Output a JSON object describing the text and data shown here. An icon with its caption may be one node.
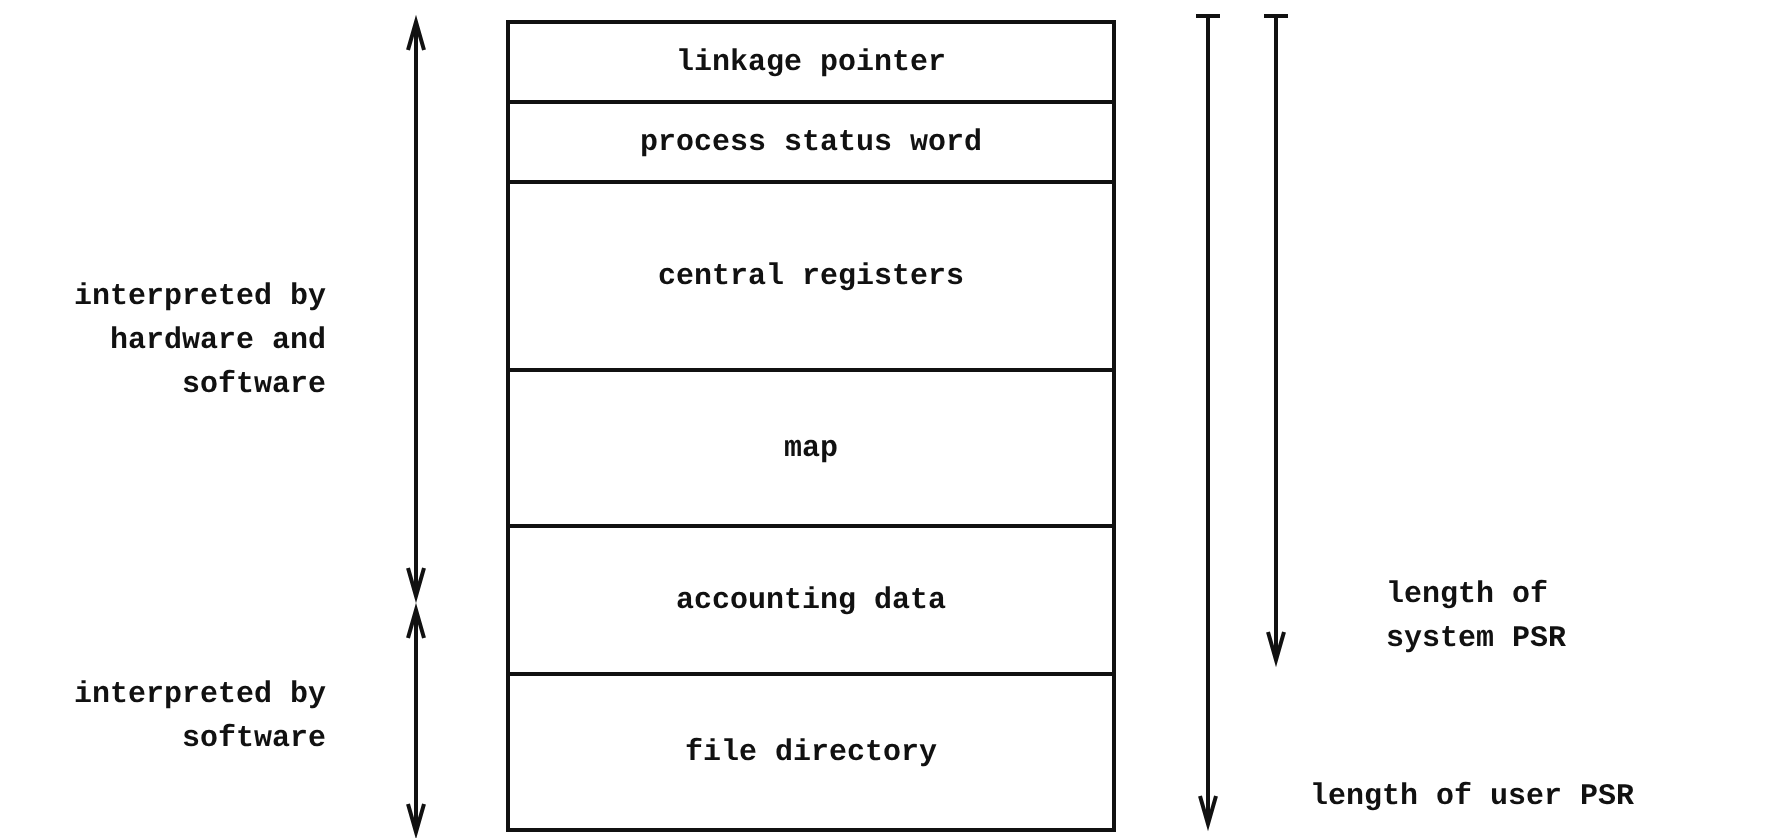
{
  "diagram": {
    "nodes": [
      {
        "text": [
          "linkage pointer"
        ]
      },
      {
        "text": [
          "process status word"
        ]
      },
      {
        "text": [
          "central registers"
        ]
      },
      {
        "text": [
          "map"
        ]
      },
      {
        "text": [
          "accounting data"
        ]
      },
      {
        "text": [
          "file directory"
        ]
      }
    ],
    "labels": [
      "interpreted by hardware and software",
      "interpreted by software",
      "length of system PSR",
      "length of user PSR"
    ]
  }
}
